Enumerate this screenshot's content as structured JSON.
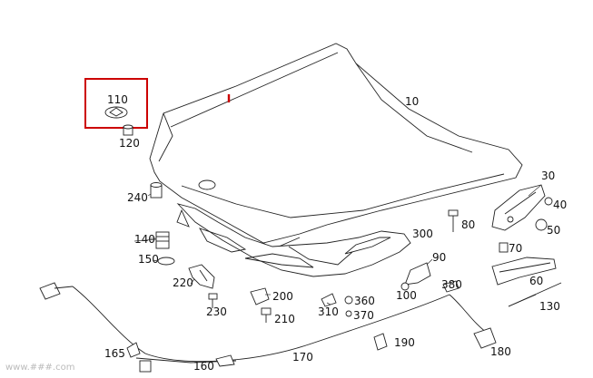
{
  "diagram": {
    "labels": [
      {
        "id": "p10",
        "text": "10"
      },
      {
        "id": "p30",
        "text": "30"
      },
      {
        "id": "p40",
        "text": "40"
      },
      {
        "id": "p50",
        "text": "50"
      },
      {
        "id": "p60",
        "text": "60"
      },
      {
        "id": "p70",
        "text": "70"
      },
      {
        "id": "p80",
        "text": "80"
      },
      {
        "id": "p90",
        "text": "90"
      },
      {
        "id": "p100",
        "text": "100"
      },
      {
        "id": "p110",
        "text": "110"
      },
      {
        "id": "p120",
        "text": "120"
      },
      {
        "id": "p130",
        "text": "130"
      },
      {
        "id": "p140",
        "text": "140"
      },
      {
        "id": "p150",
        "text": "150"
      },
      {
        "id": "p160",
        "text": "160"
      },
      {
        "id": "p165",
        "text": "165"
      },
      {
        "id": "p170",
        "text": "170"
      },
      {
        "id": "p180",
        "text": "180"
      },
      {
        "id": "p190",
        "text": "190"
      },
      {
        "id": "p200",
        "text": "200"
      },
      {
        "id": "p210",
        "text": "210"
      },
      {
        "id": "p220",
        "text": "220"
      },
      {
        "id": "p230",
        "text": "230"
      },
      {
        "id": "p240",
        "text": "240"
      },
      {
        "id": "p300",
        "text": "300"
      },
      {
        "id": "p310",
        "text": "310"
      },
      {
        "id": "p360",
        "text": "360"
      },
      {
        "id": "p370",
        "text": "370"
      },
      {
        "id": "p380",
        "text": "380"
      }
    ],
    "highlight": {
      "label_id": "p110",
      "color": "#cc0000"
    },
    "watermark": "www.###.com"
  }
}
